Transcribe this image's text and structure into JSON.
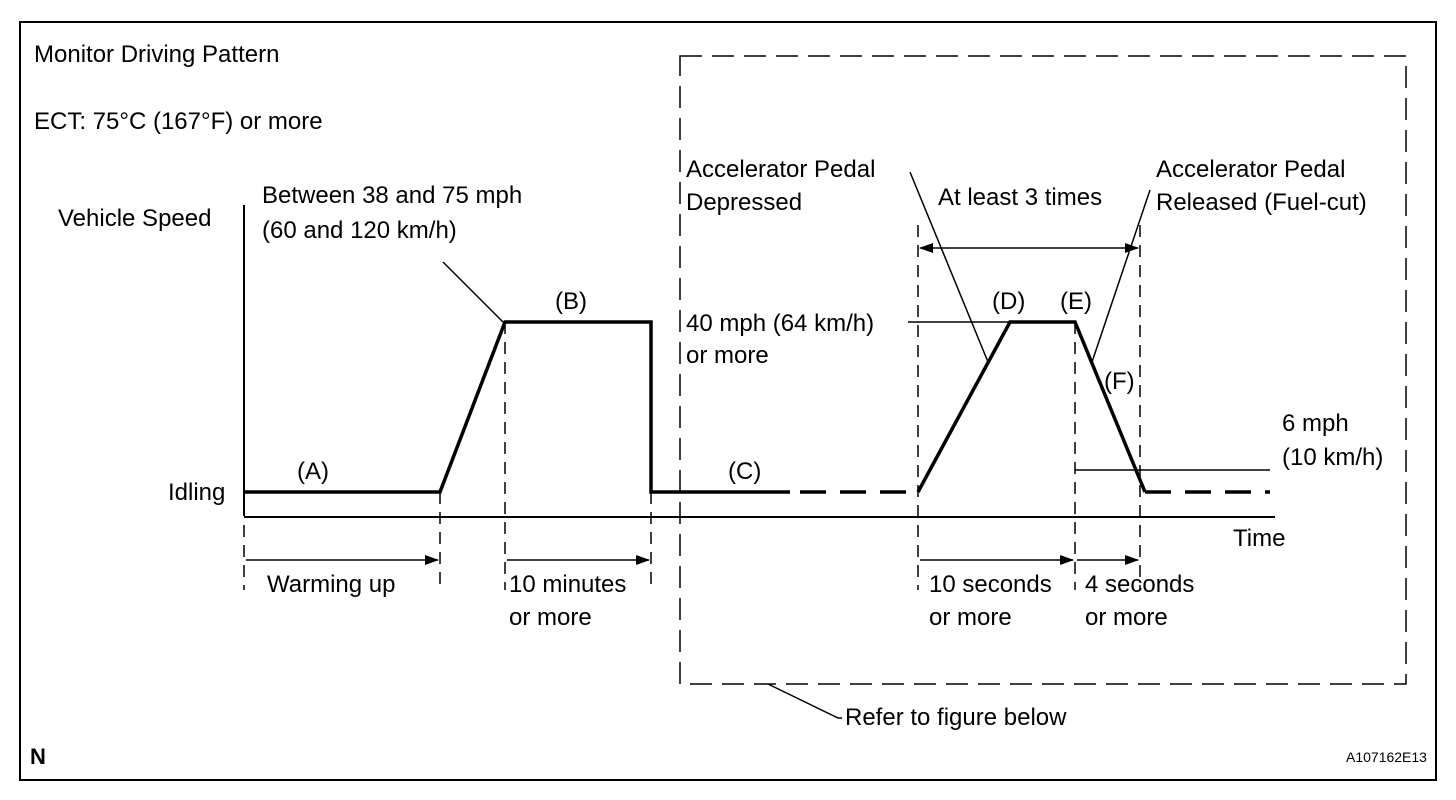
{
  "title": "Monitor Driving Pattern",
  "condition": "ECT: 75°C (167°F) or more",
  "axis": {
    "y_label": "Vehicle Speed",
    "idling": "Idling",
    "x_label": "Time"
  },
  "phases": {
    "a": "(A)",
    "b": "(B)",
    "c": "(C)",
    "d": "(D)",
    "e": "(E)",
    "f": "(F)"
  },
  "speed_range": {
    "line1": "Between 38 and 75 mph",
    "line2": "(60 and 120 km/h)"
  },
  "speed_40": {
    "line1": "40 mph (64 km/h)",
    "line2": "or more"
  },
  "speed_6": {
    "line1": "6 mph",
    "line2": "(10 km/h)"
  },
  "pedal_depressed": {
    "line1": "Accelerator Pedal",
    "line2": "Depressed"
  },
  "pedal_released": {
    "line1": "Accelerator Pedal",
    "line2": "Released (Fuel-cut)"
  },
  "repeat": "At least 3 times",
  "durations": {
    "warming": "Warming up",
    "ten_min_1": "10 minutes",
    "ten_min_2": "or more",
    "ten_sec_1": "10 seconds",
    "ten_sec_2": "or more",
    "four_sec_1": "4 seconds",
    "four_sec_2": "or more"
  },
  "refer": "Refer to figure below",
  "corner_mark": "N",
  "figure_id": "A107162E13"
}
